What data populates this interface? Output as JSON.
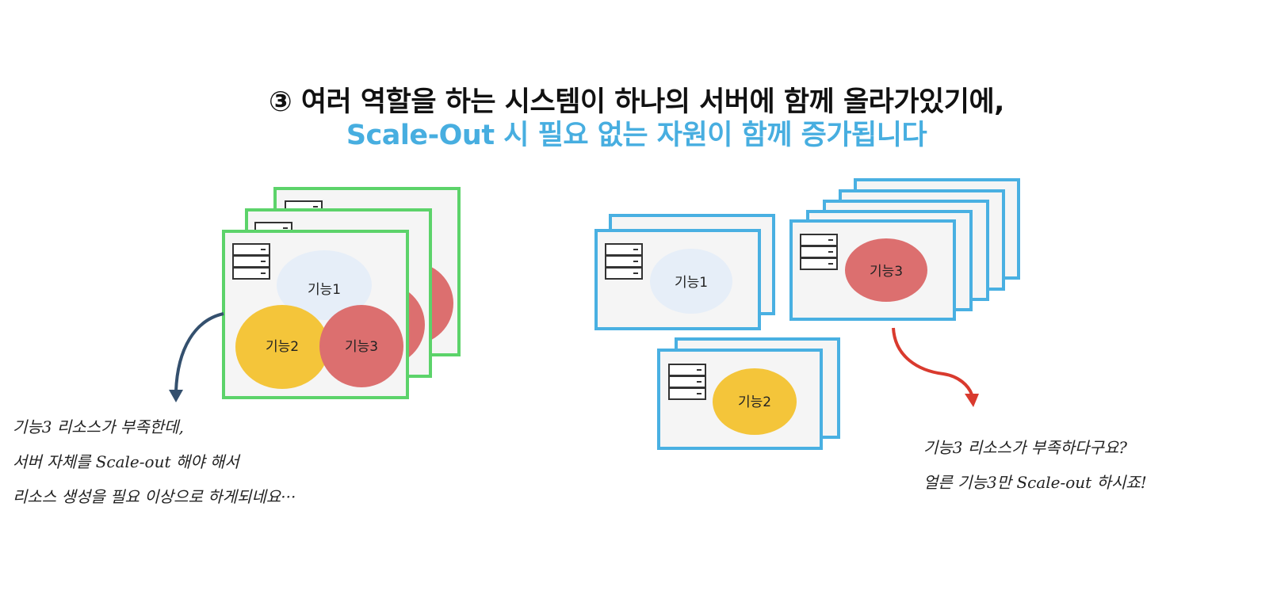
{
  "title": {
    "line1": "③ 여러 역할을 하는 시스템이 하나의 서버에 함께 올라가있기에,",
    "line2": "Scale-Out 시 필요 없는 자원이 함께 증가됩니다"
  },
  "left_diagram": {
    "labels": {
      "f1": "기능1",
      "f2": "기능2",
      "f3": "기능3"
    }
  },
  "right_diagram": {
    "labels": {
      "f1": "기능1",
      "f2": "기능2",
      "f3": "기능3"
    }
  },
  "notes": {
    "left": [
      "기능3 리소스가 부족한데,",
      "서버 자체를 Scale-out 해야 해서",
      "리소스 생성을 필요 이상으로 하게되네요···"
    ],
    "right": [
      "기능3 리소스가 부족하다구요?",
      "얼른 기능3만 Scale-out 하시죠!"
    ]
  },
  "colors": {
    "title_accent": "#47aee0",
    "green_frame": "#5cd36a",
    "blue_frame": "#49b0e2",
    "f1": "#e6eef8",
    "f2": "#f4c53a",
    "f3": "#dc6f6f",
    "arrow_left": "#34506e",
    "arrow_right": "#d93a2e"
  }
}
